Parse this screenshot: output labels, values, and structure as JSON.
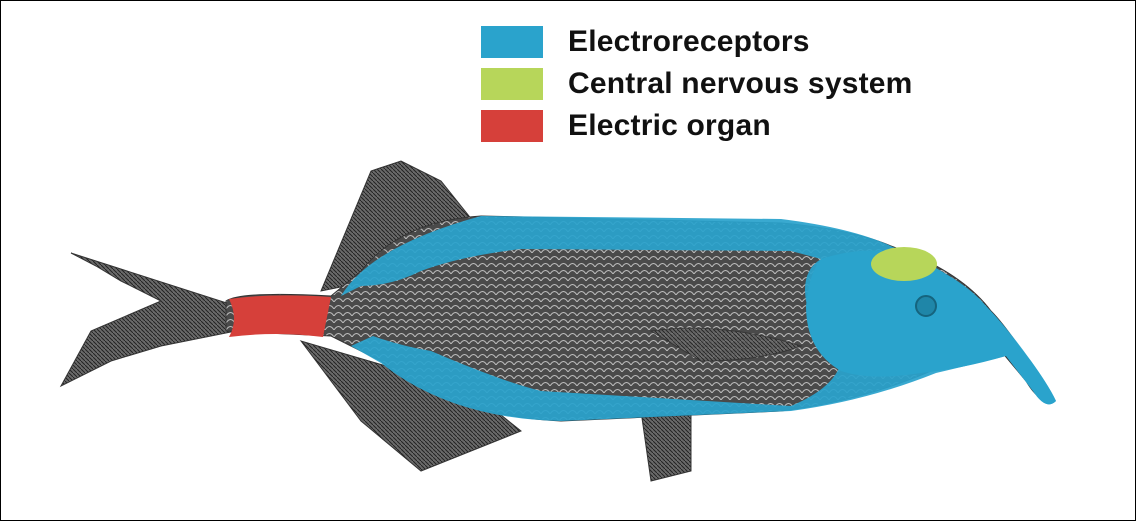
{
  "legend": [
    {
      "label": "Electroreceptors",
      "color": "#2aa3cc"
    },
    {
      "label": "Central nervous system",
      "color": "#b7d65a"
    },
    {
      "label": "Electric organ",
      "color": "#d6403a"
    }
  ],
  "figure": {
    "subject": "fish-icon"
  }
}
